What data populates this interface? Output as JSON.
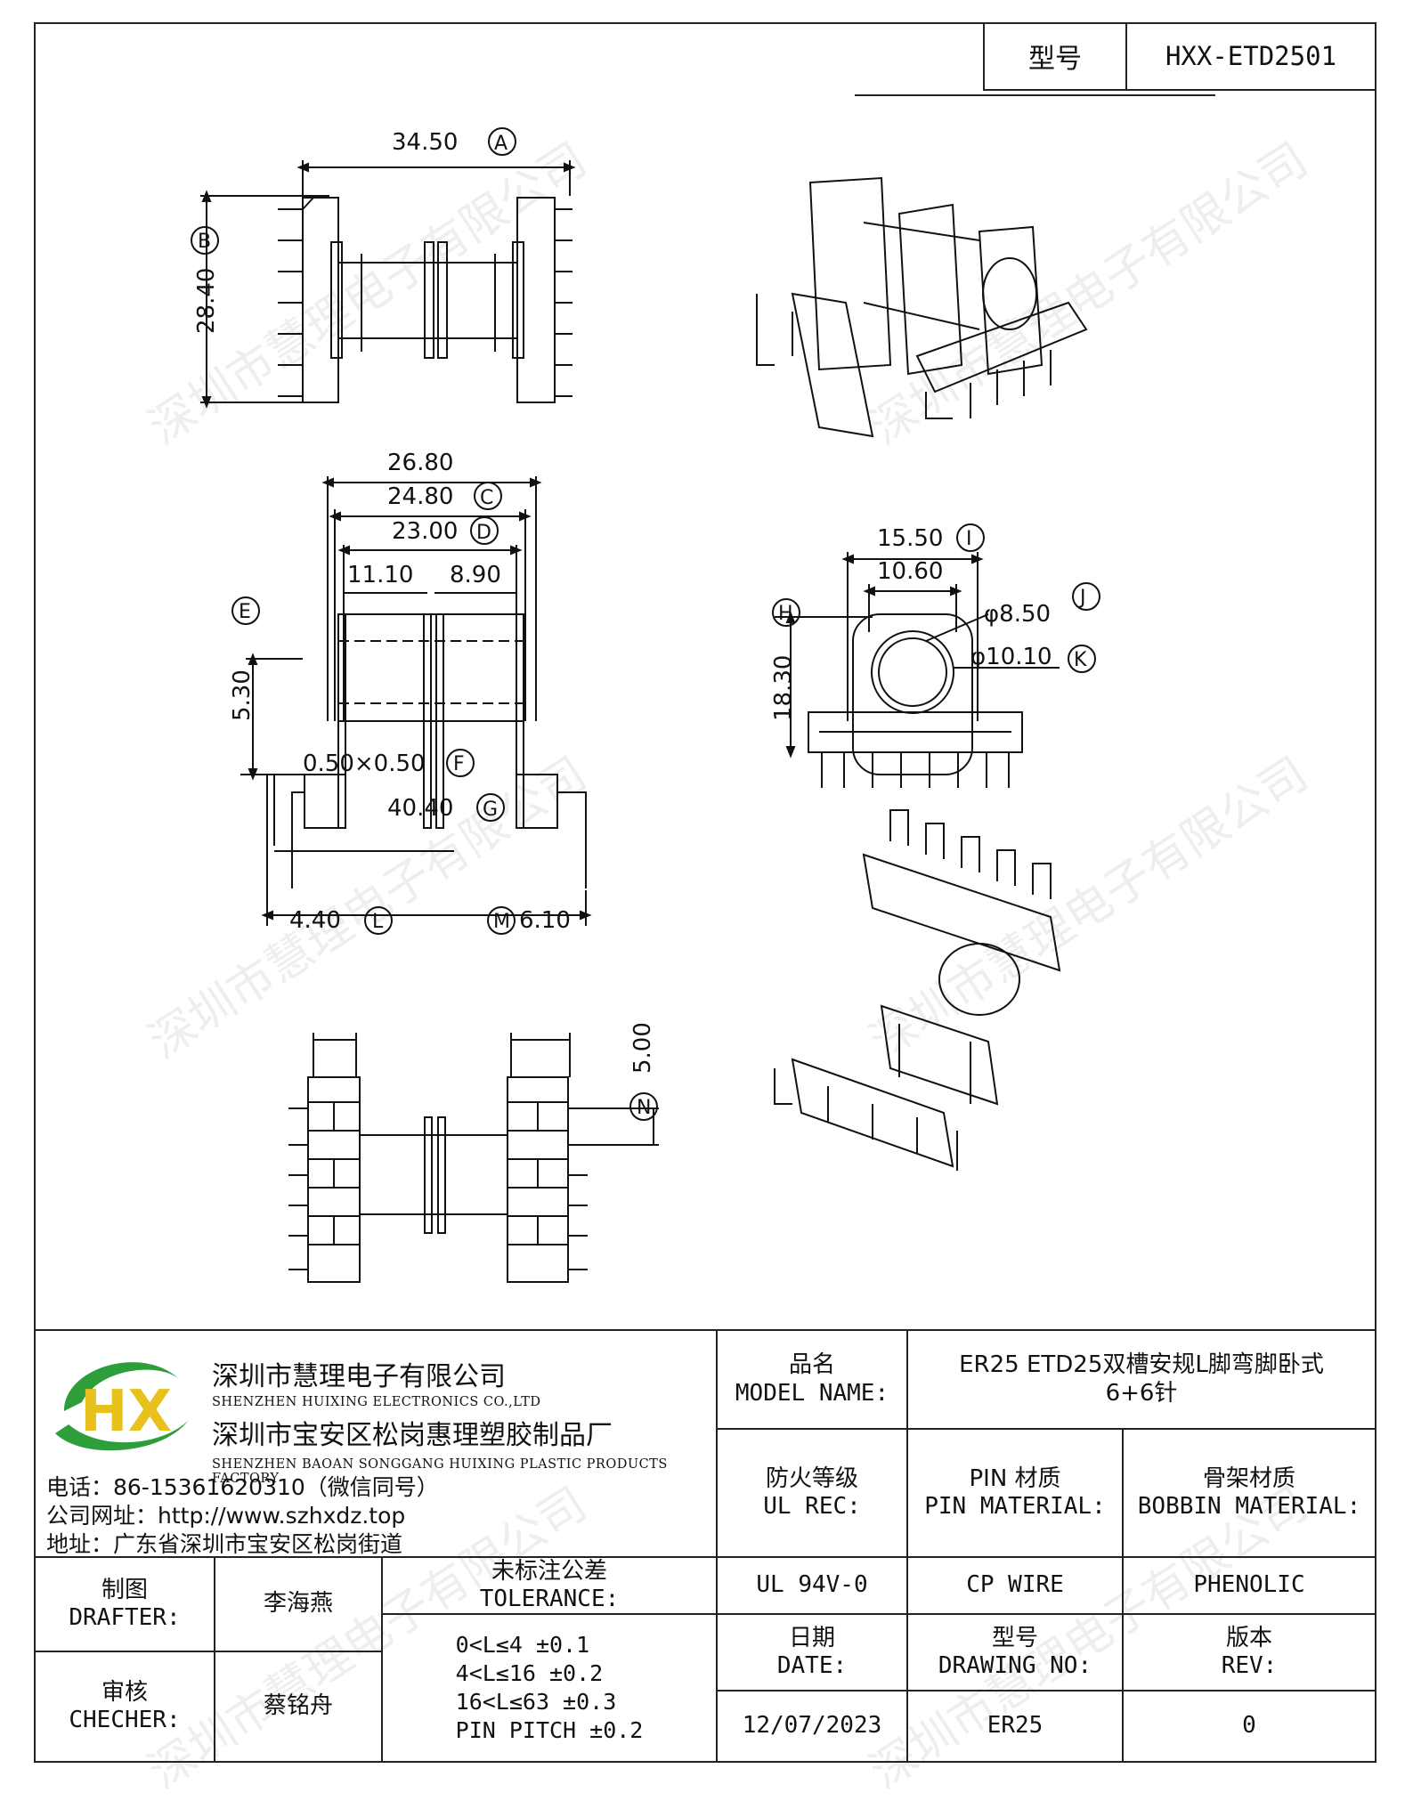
{
  "header": {
    "label": "型号",
    "value": "HXX-ETD2501"
  },
  "dimensions": {
    "A": {
      "value": "34.50",
      "letter": "A"
    },
    "B": {
      "value": "28.40",
      "letter": "B"
    },
    "d26": {
      "value": "26.80"
    },
    "C": {
      "value": "24.80",
      "letter": "C"
    },
    "D": {
      "value": "23.00",
      "letter": "D"
    },
    "d1110": {
      "value": "11.10"
    },
    "d890": {
      "value": "8.90"
    },
    "E": {
      "value": "5.30",
      "letter": "E"
    },
    "F": {
      "value": "0.50×0.50",
      "letter": "F"
    },
    "G": {
      "value": "40.40",
      "letter": "G"
    },
    "I": {
      "value": "15.50",
      "letter": "I"
    },
    "d1060": {
      "value": "10.60"
    },
    "H": {
      "value": "18.30",
      "letter": "H"
    },
    "J": {
      "value": "φ8.50",
      "letter": "J"
    },
    "K": {
      "value": "φ10.10",
      "letter": "K"
    },
    "L": {
      "value": "4.40",
      "letter": "L"
    },
    "M": {
      "value": "6.10",
      "letter": "M"
    },
    "N": {
      "value": "5.00",
      "letter": "N"
    }
  },
  "watermark": "深圳市慧理电子有限公司",
  "company": {
    "logo_letters": "HX",
    "cn_name": "深圳市慧理电子有限公司",
    "en_name": "SHENZHEN HUIXING ELECTRONICS CO.,LTD",
    "cn_factory": "深圳市宝安区松岗惠理塑胶制品厂",
    "en_factory": "SHENZHEN BAOAN SONGGANG HUIXING PLASTIC PRODUCTS FACTORY",
    "phone": "电话：86-15361620310（微信同号）",
    "website": "公司网址：http://www.szhxdz.top",
    "address": "地址：广东省深圳市宝安区松岗街道"
  },
  "titleblock": {
    "model_name_cn": "品名",
    "model_name_en": "MODEL NAME:",
    "model_name_value_1": "ER25 ETD25双槽安规L脚弯脚卧式",
    "model_name_value_2": "6+6针",
    "ul_cn": "防火等级",
    "ul_en": "UL REC:",
    "pin_cn": "PIN 材质",
    "pin_en": "PIN MATERIAL:",
    "bobbin_cn": "骨架材质",
    "bobbin_en": "BOBBIN MATERIAL:",
    "drafter_cn": "制图",
    "drafter_en": "DRAFTER:",
    "drafter_name": "李海燕",
    "tol_cn": "未标注公差",
    "tol_en": "TOLERANCE:",
    "ul_value": "UL 94V-0",
    "pin_value": "CP WIRE",
    "bobbin_value": "PHENOLIC",
    "checker_cn": "审核",
    "checker_en": "CHECHER:",
    "checker_name": "蔡铭舟",
    "tol_1": "0<L≤4  ±0.1",
    "tol_2": "4<L≤16 ±0.2",
    "tol_3": "16<L≤63 ±0.3",
    "tol_4": "PIN PITCH ±0.2",
    "date_cn": "日期",
    "date_en": "DATE:",
    "dwg_cn": "型号",
    "dwg_en": "DRAWING NO:",
    "rev_cn": "版本",
    "rev_en": "REV:",
    "date_value": "12/07/2023",
    "dwg_value": "ER25",
    "rev_value": "0"
  },
  "colors": {
    "logo_green": "#2e9e3a",
    "logo_yellow": "#e8c21c",
    "line": "#222222"
  }
}
